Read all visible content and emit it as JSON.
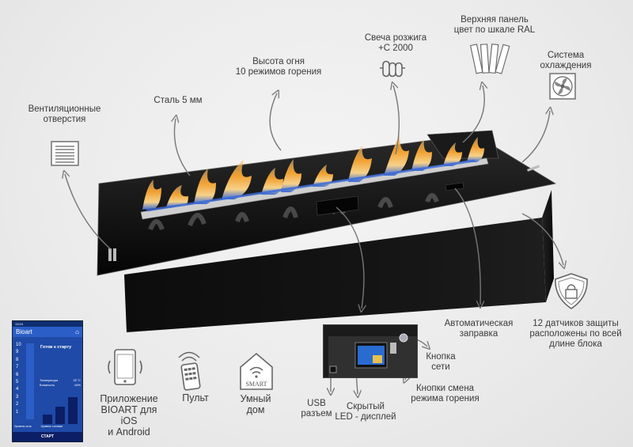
{
  "labels": {
    "vents": "Вентиляционные\nотверстия",
    "steel": "Сталь 5 мм",
    "flame_height": "Высота огня\n10 режимов горения",
    "glow_plug": "Свеча розжига\n+С  2000",
    "top_panel": "Верхняя панель\nцвет по шкале RAL",
    "cooling": "Система\nохлаждения",
    "auto_refill": "Автоматическая\nзаправка",
    "sensors": "12 датчиков защиты\nрасположены по всей\nдлине блока",
    "app": "Приложение\nBIOART для\niOS\nи Android",
    "remote": "Пульт",
    "smart_home": "Умный\nдом",
    "usb": "USB\nразъем",
    "led": "Скрытый\nLED - дисплей",
    "power_button": "Кнопка\nсети",
    "mode_buttons": "Кнопки смена\nрежима горения"
  },
  "phone": {
    "status_left": "13:24",
    "app_name": "Bioart",
    "ready_text": "Готов к старту",
    "scale": [
      "10",
      "9",
      "8",
      "7",
      "6",
      "5",
      "4",
      "3",
      "2",
      "1"
    ],
    "temperature_label": "Температура",
    "temperature_value": "25 °C",
    "humidity_label": "Влажность",
    "humidity_value": "64%",
    "fire_level": "Уровень огня",
    "fuel_level": "Уровень топлива",
    "start": "СТАРТ"
  },
  "smart_badge": "SMART",
  "colors": {
    "body_black": "#111111",
    "flame_orange": "#f0a030",
    "flame_blue": "#3a6ad8",
    "phone_blue": "#1f4aa7"
  }
}
